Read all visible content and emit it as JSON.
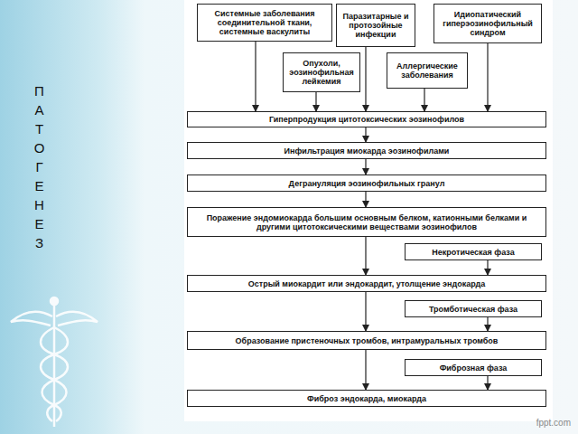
{
  "diagram": {
    "nodes": [
      {
        "text": [
          "Системные заболевания соединительной ткани, системные васкулиты"
        ]
      },
      {
        "text": [
          "Паразитарные и протозойные инфекции"
        ]
      },
      {
        "text": [
          "Идиопатический гиперэозинофильный синдром"
        ]
      },
      {
        "text": [
          "Опухоли, эозинофильная лейкемия"
        ]
      },
      {
        "text": [
          "Аллергические заболевания"
        ]
      },
      {
        "text": [
          "Гиперпродукция цитотоксических эозинофилов"
        ]
      },
      {
        "text": [
          "Инфильтрация миокарда эозинофилами"
        ]
      },
      {
        "text": [
          "Дегрануляция эозинофильных гранул"
        ]
      },
      {
        "text": [
          "Поражение эндомиокарда большим основным белком, катионными белками и другими цитотоксическими веществами эозинофилов"
        ]
      },
      {
        "text": [
          "Некротическая фаза"
        ]
      },
      {
        "text": [
          "Острый миокардит или эндокардит, утолщение эндокарда"
        ]
      },
      {
        "text": [
          "Тромботическая фаза"
        ]
      },
      {
        "text": [
          "Образование пристеночных тромбов, интрамуральных тромбов"
        ]
      },
      {
        "text": [
          "Фиброзная фаза"
        ]
      },
      {
        "text": [
          "Фиброз эндокарда, миокарда"
        ]
      }
    ],
    "edges": [
      {
        "from": 0,
        "to": 5,
        "arrow": "to"
      },
      {
        "from": 3,
        "to": 5,
        "arrow": "to"
      },
      {
        "from": 1,
        "to": 5,
        "arrow": "to"
      },
      {
        "from": 4,
        "to": 5,
        "arrow": "to"
      },
      {
        "from": 2,
        "to": 5,
        "arrow": "to"
      },
      {
        "from": 5,
        "to": 6,
        "arrow": "to"
      },
      {
        "from": 6,
        "to": 7,
        "arrow": "to"
      },
      {
        "from": 7,
        "to": 8,
        "arrow": "to"
      },
      {
        "from": 8,
        "to": 10,
        "arrow": "to"
      },
      {
        "from": 9,
        "to": 10,
        "arrow": "to"
      },
      {
        "from": 10,
        "to": 12,
        "arrow": "to"
      },
      {
        "from": 11,
        "to": 12,
        "arrow": "to"
      },
      {
        "from": 12,
        "to": 14,
        "arrow": "to"
      },
      {
        "from": 13,
        "to": 14,
        "arrow": "to"
      }
    ],
    "labels": [
      "ПАТОГЕНЕЗ",
      "fppt.com"
    ]
  }
}
